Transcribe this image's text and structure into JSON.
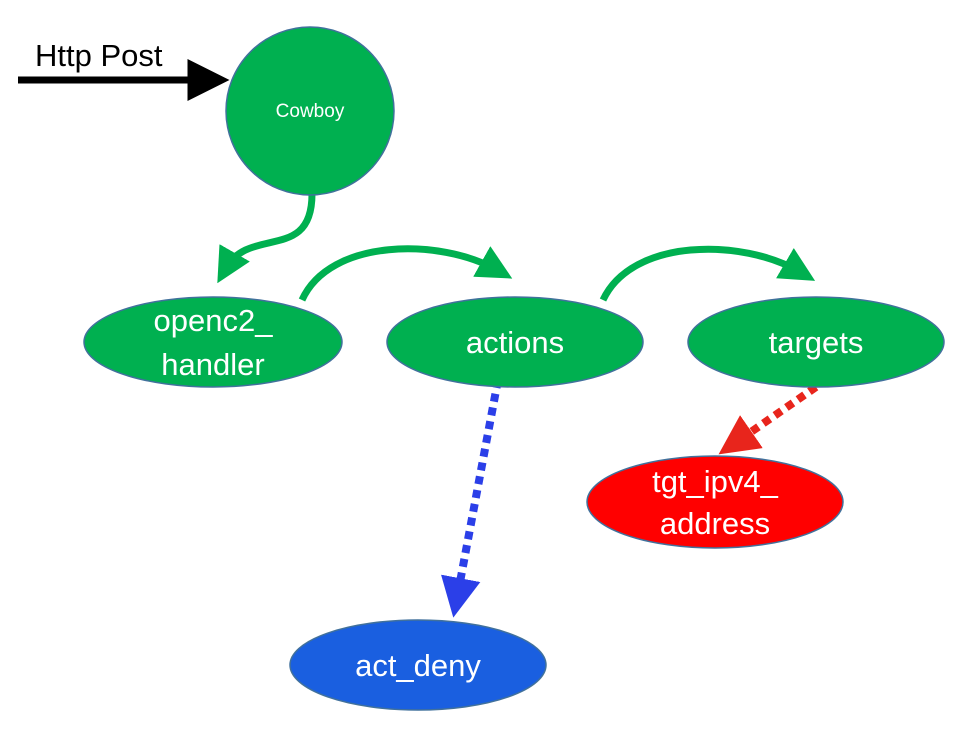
{
  "input": {
    "label": "Http Post"
  },
  "nodes": {
    "cowboy": {
      "label": "Cowboy",
      "color": "#00B050"
    },
    "openc2_handler": {
      "line1": "openc2_",
      "line2": "handler",
      "color": "#00B050"
    },
    "actions": {
      "label": "actions",
      "color": "#00B050"
    },
    "targets": {
      "label": "targets",
      "color": "#00B050"
    },
    "tgt_ipv4_address": {
      "line1": "tgt_ipv4_",
      "line2": "address",
      "color": "#FF0000"
    },
    "act_deny": {
      "label": "act_deny",
      "color": "#1A5FE0"
    }
  },
  "edge_colors": {
    "flow": "#00B050",
    "action_link": "#2B3FE8",
    "target_link": "#E8251C",
    "input": "#000000",
    "node_border": "#41719C"
  }
}
